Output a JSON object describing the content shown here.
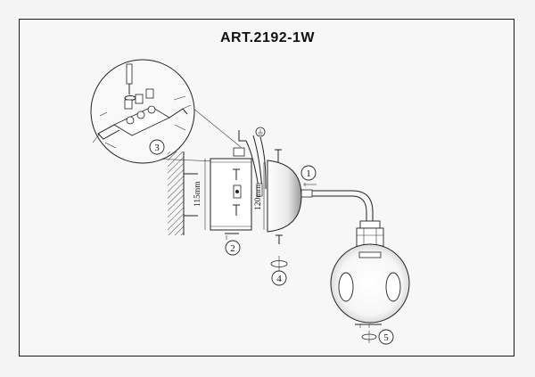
{
  "title": "ART.2192-1W",
  "callouts": {
    "c1": "1",
    "c2": "2",
    "c3": "3",
    "c4": "4",
    "c5": "5"
  },
  "dimensions": {
    "bracket_height": "115mm",
    "canopy_height": "120mm"
  },
  "icons": [
    "ground-symbol",
    "screw",
    "wall-hatch",
    "terminal-block",
    "glass-globe-shade"
  ]
}
